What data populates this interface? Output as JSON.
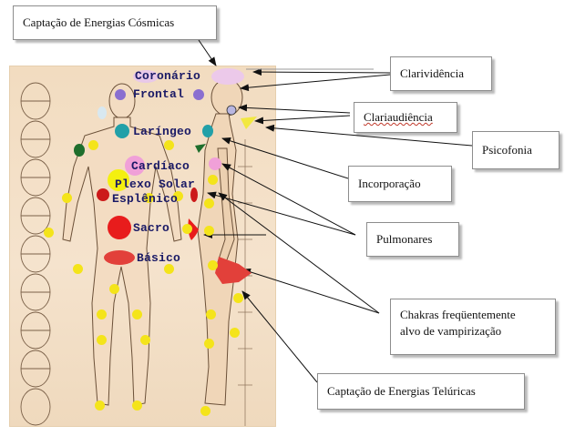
{
  "chakra_labels": {
    "coronario": "Coronário",
    "frontal": "Frontal",
    "laringeo": "Laríngeo",
    "cardiaco": "Cardíaco",
    "plexo_solar": "Plexo Solar",
    "esplenico": "Esplênico",
    "sacro": "Sacro",
    "basico": "Básico"
  },
  "callouts": {
    "cosmicas": "Captação de Energias Cósmicas",
    "clarividencia": "Clarividência",
    "clariaudiencia": "Clariaudiência",
    "psicofonia": "Psicofonia",
    "incorporacao": "Incorporação",
    "pulmonares": "Pulmonares",
    "vampirizacao_line1": "Chakras freqüentemente",
    "vampirizacao_line2": "alvo de vampirização",
    "teluricas": "Captação de Energias Telúricas"
  },
  "colors": {
    "coronario": "#e8c8e8",
    "frontal": "#8a6fd0",
    "laringeo": "#22a0a8",
    "cardiaco": "#f0a0d8",
    "plexo_solar": "#f4f010",
    "esplenico": "#cc1a1a",
    "sacro": "#e81c1c",
    "basico": "#e2403a",
    "minor_point": "#f4e41a",
    "green_point": "#1e6e2c"
  }
}
